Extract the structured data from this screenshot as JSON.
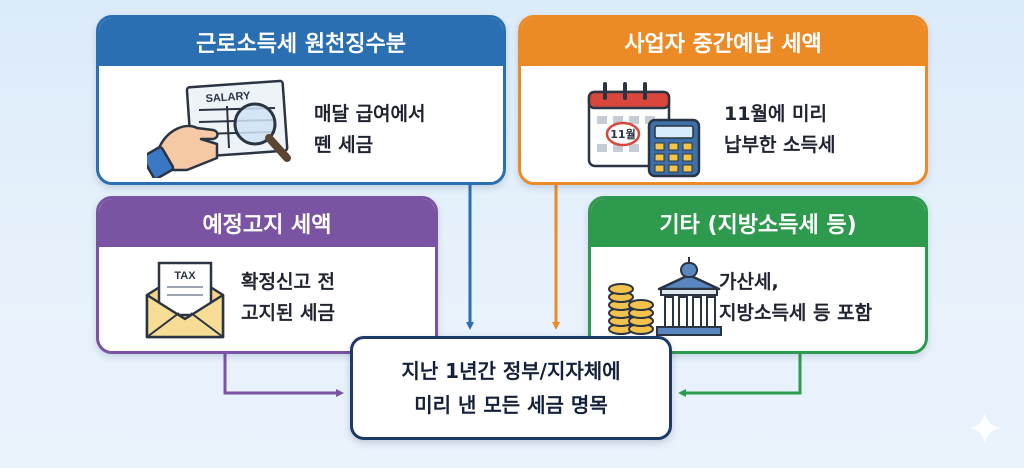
{
  "cards": {
    "withholding": {
      "title": "근로소득세 원천징수분",
      "desc": "매달 급여에서\n뗀 세금",
      "icon": "salary-magnifier-icon",
      "color": "#2b6fb3",
      "icon_text": "SALARY"
    },
    "interim": {
      "title": "사업자 중간예납 세액",
      "desc": "11월에 미리\n납부한 소득세",
      "icon": "calendar-calculator-icon",
      "color": "#ec8a26",
      "icon_text": "11월"
    },
    "notice": {
      "title": "예정고지 세액",
      "desc": "확정신고 전\n고지된 세금",
      "icon": "tax-envelope-icon",
      "color": "#7a53a3",
      "icon_text": "TAX"
    },
    "other": {
      "title": "기타 (지방소득세 등)",
      "desc": "가산세,\n지방소득세 등 포함",
      "icon": "coins-government-icon",
      "color": "#2e9a4e"
    }
  },
  "center": {
    "text": "지난 1년간 정부/지자체에\n미리 낸 모든 세금 명목",
    "border_color": "#1d3a67"
  }
}
